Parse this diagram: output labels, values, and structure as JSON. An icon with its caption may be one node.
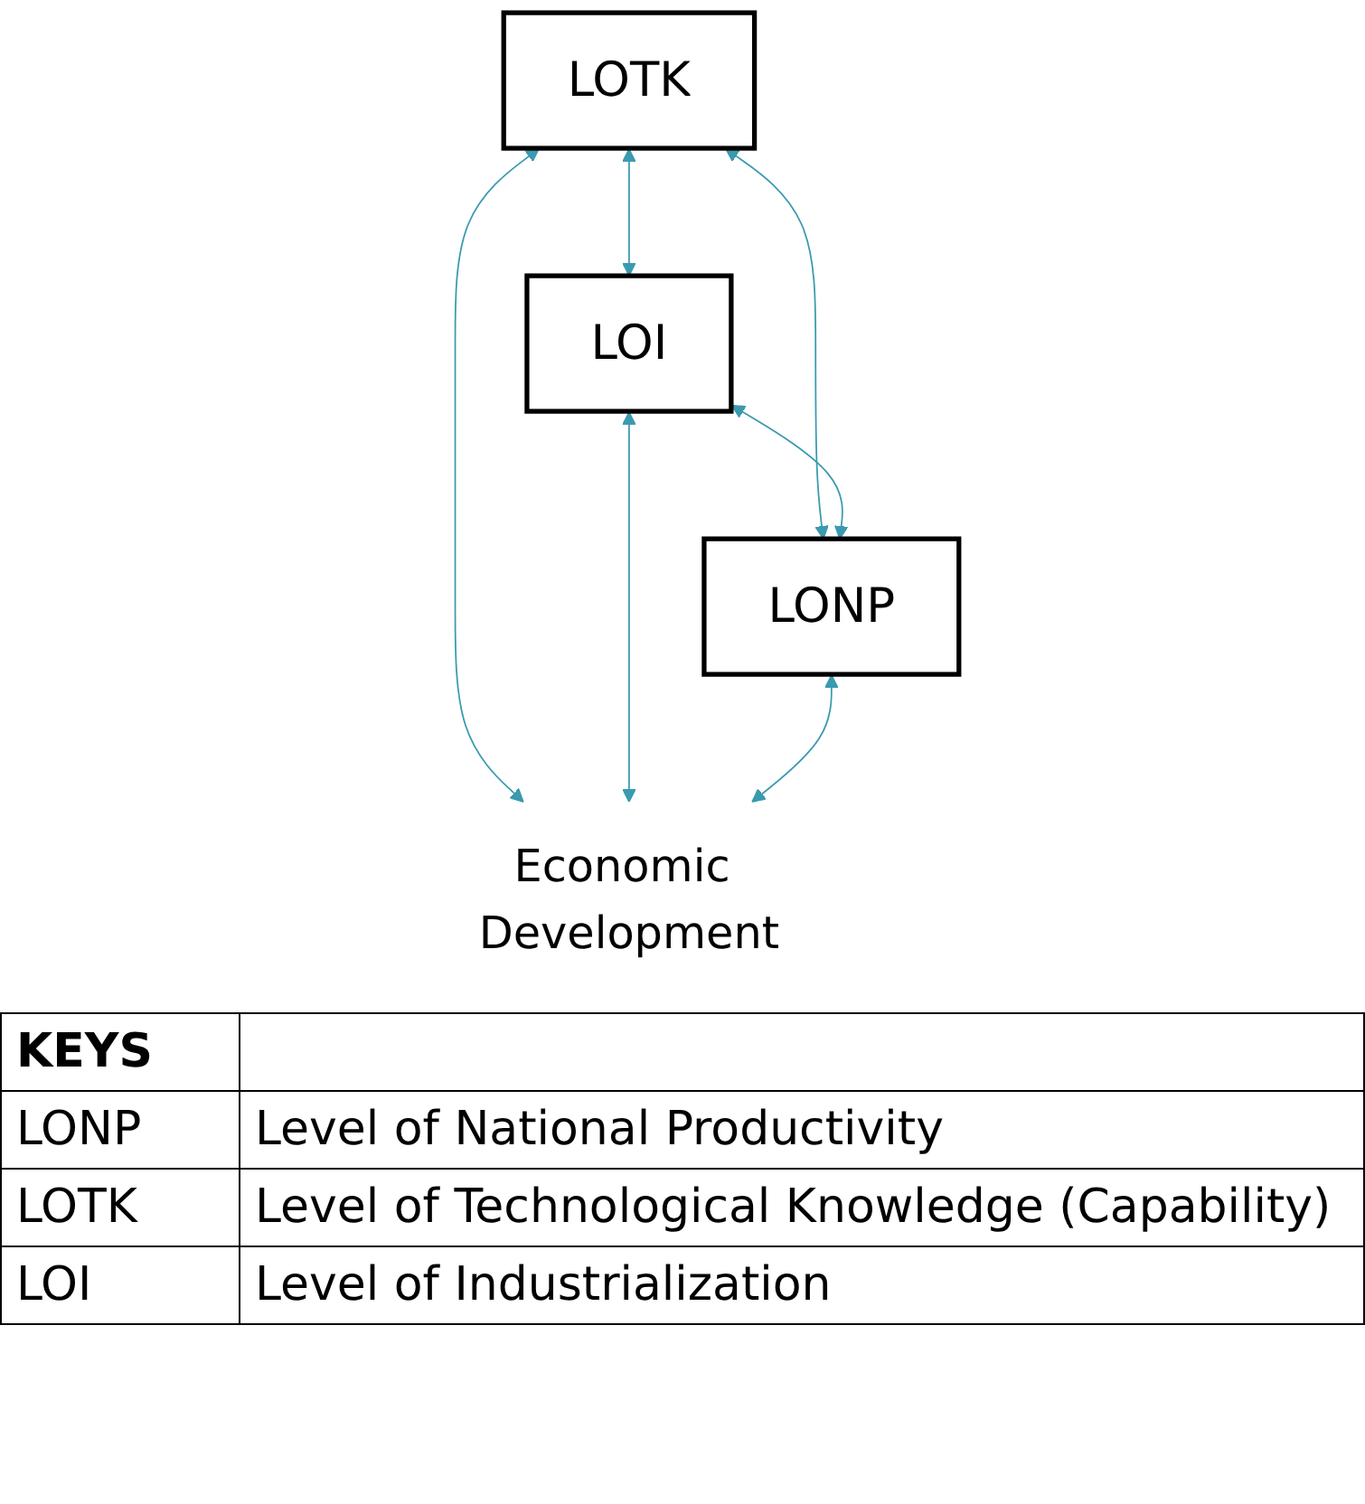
{
  "diagram": {
    "nodes": [
      {
        "text": [
          "LOTK"
        ]
      },
      {
        "text": [
          "Economic Development"
        ]
      },
      {
        "text": [
          "LOI"
        ]
      },
      {
        "text": [
          "LONP"
        ]
      }
    ],
    "edges": [
      {
        "from": 0,
        "to": 2,
        "arrow": "both"
      },
      {
        "from": 0,
        "to": 3,
        "arrow": "both"
      },
      {
        "from": 0,
        "to": 1,
        "arrow": "both"
      },
      {
        "from": 2,
        "to": 3,
        "arrow": "both"
      },
      {
        "from": 2,
        "to": 1,
        "arrow": "both"
      },
      {
        "from": 3,
        "to": 1,
        "arrow": "both"
      }
    ],
    "labels": [
      "KEYS",
      "LONP",
      "Level of National Productivity",
      "LOTK",
      "Level of Technological Knowledge (Capability)",
      "LOI",
      "Level of Industrialization"
    ]
  }
}
